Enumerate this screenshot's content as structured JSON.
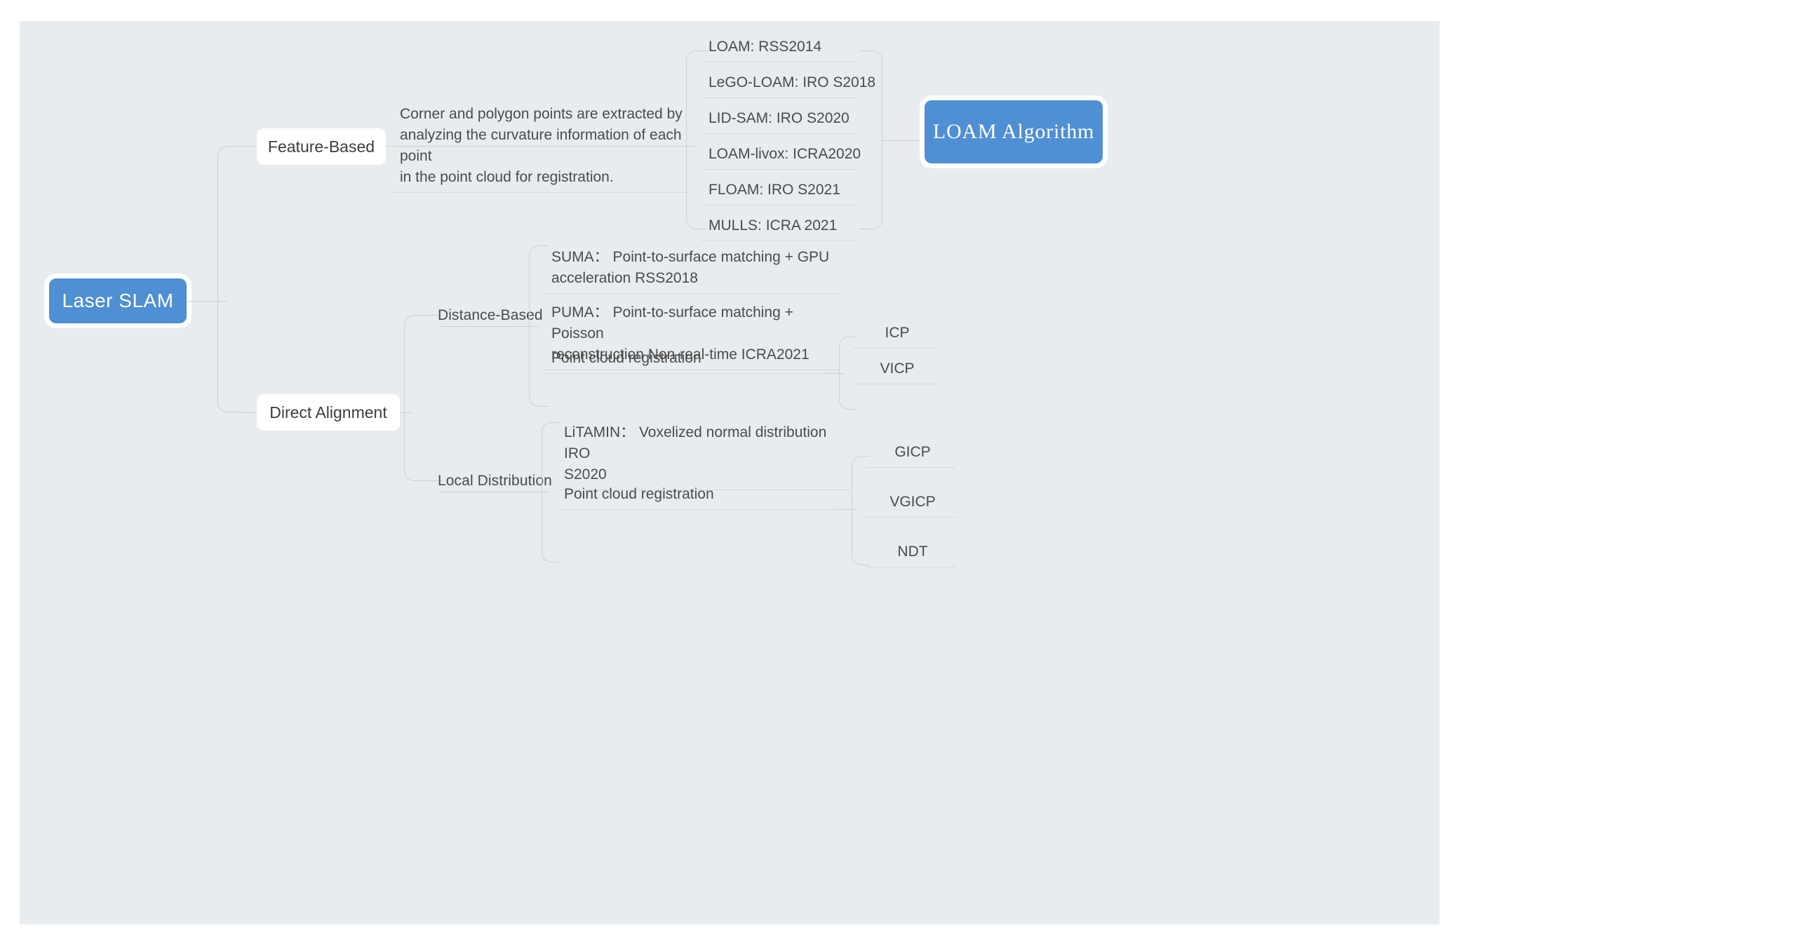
{
  "canvas": {
    "background": "#e8ecef",
    "accent": "#4f8fd3",
    "line_color": "#c9d0d6",
    "text_color": "#4b4b4b"
  },
  "root": {
    "label": "Laser SLAM"
  },
  "branches": {
    "feature_based": {
      "label": "Feature-Based",
      "description": "Corner and polygon points are extracted by\nanalyzing the curvature information of each point\nin the point cloud for registration.",
      "algorithms": [
        "LOAM: RSS2014",
        "LeGO-LOAM: IRO S2018",
        "LID-SAM: IRO S2020",
        "LOAM-livox: ICRA2020",
        "FLOAM: IRO S2021",
        "MULLS: ICRA 2021"
      ],
      "group_label": "LOAM Algorithm"
    },
    "direct_alignment": {
      "label": "Direct Alignment",
      "sub_branches": [
        {
          "label": "Distance-Based",
          "items": [
            "SUMA： Point-to-surface matching + GPU\nacceleration RSS2018",
            "PUMA： Point-to-surface matching + Poisson\nreconstruction Non-real-time ICRA2021"
          ],
          "registration": {
            "label": "Point cloud registration",
            "methods": [
              "ICP",
              "VICP"
            ]
          }
        },
        {
          "label": "Local Distribution",
          "items": [
            "LiTAMIN： Voxelized normal distribution IRO\nS2020"
          ],
          "registration": {
            "label": "Point cloud registration",
            "methods": [
              "GICP",
              "VGICP",
              "NDT"
            ]
          }
        }
      ]
    }
  }
}
